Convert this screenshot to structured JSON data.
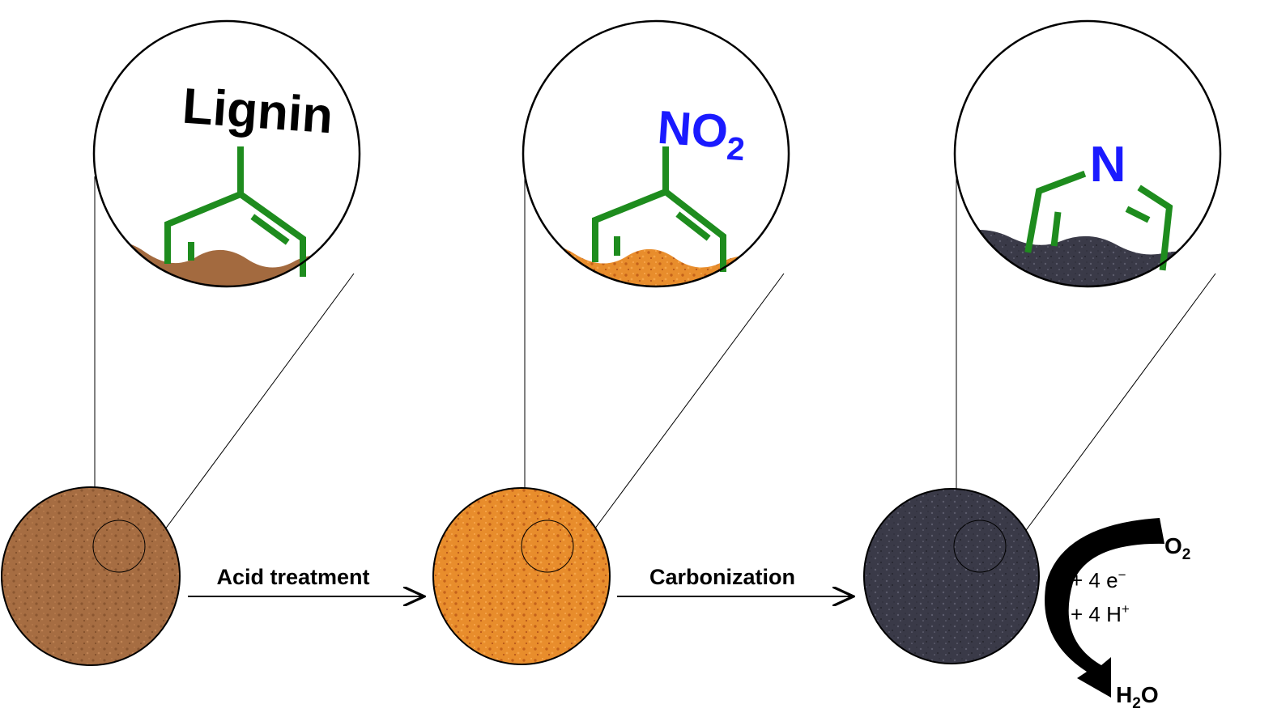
{
  "stages": [
    {
      "id": "lignin",
      "zoom_label": "Lignin",
      "color": "#a36a3f",
      "dark": "#6e4526"
    },
    {
      "id": "nitrated",
      "zoom_label_main": "NO",
      "zoom_label_sub": "2",
      "label_color": "#1a1aff",
      "color": "#e88a2a",
      "dark": "#b25a10"
    },
    {
      "id": "carbon",
      "zoom_label": "N",
      "label_color": "#1a1aff",
      "color": "#3a3a48",
      "dark": "#1d1d26"
    }
  ],
  "steps": [
    {
      "label": "Acid treatment"
    },
    {
      "label": "Carbonization"
    }
  ],
  "reaction": {
    "reactant_main": "O",
    "reactant_sub": "2",
    "line1_main": "+ 4 e",
    "line1_sup": "−",
    "line2_main": "+ 4 H",
    "line2_sup": "+",
    "product_a": "H",
    "product_sub": "2",
    "product_b": "O"
  },
  "colors": {
    "ring": "#1e8c1e",
    "outline": "#000000"
  }
}
